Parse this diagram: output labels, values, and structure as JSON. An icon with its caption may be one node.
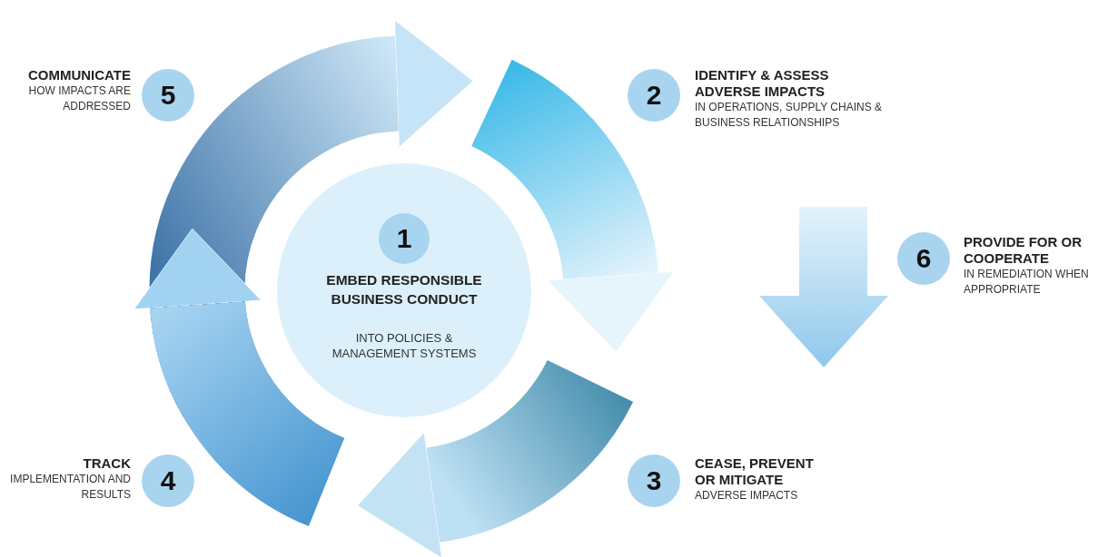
{
  "diagram": {
    "nodes": [
      {
        "text": [
          "5"
        ],
        "beside": [
          "COMMUNICATE",
          "HOW IMPACTS ARE ADDRESSED"
        ]
      },
      {
        "text": [
          "2"
        ],
        "beside": [
          "IDENTIFY & ASSESS ADVERSE IMPACTS",
          "IN OPERATIONS, SUPPLY CHAINS & BUSINESS RELATIONSHIPS"
        ]
      },
      {
        "text": [
          "EMBED RESPONSIBLE BUSINESS CONDUCT",
          "INTO POLICIES & MANAGEMENT SYSTEMS"
        ]
      },
      {
        "text": [
          "1"
        ],
        "in": 2
      },
      {
        "text": [
          "6"
        ],
        "beside": [
          "PROVIDE FOR OR COOPERATE",
          "IN REMEDIATION WHEN APPROPRIATE"
        ]
      },
      {
        "text": [
          "4"
        ],
        "beside": [
          "TRACK",
          "IMPLEMENTATION AND RESULTS"
        ]
      },
      {
        "text": [
          "3"
        ],
        "beside": [
          "CEASE, PREVENT OR MITIGATE",
          "ADVERSE IMPACTS"
        ]
      }
    ]
  }
}
